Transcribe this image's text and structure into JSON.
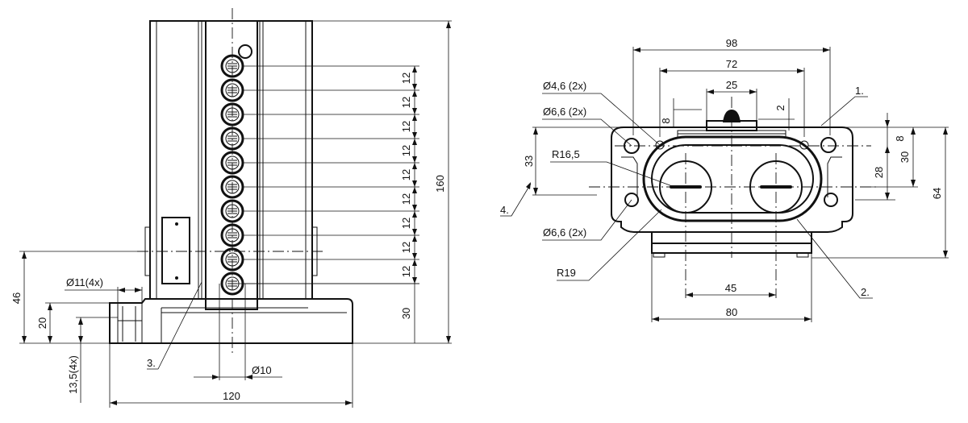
{
  "side_view": {
    "dims": {
      "height_total": "160",
      "pitch": "12",
      "base_to_first": "30",
      "width": "120",
      "hole_dia": "Ø10",
      "mount_hole": "Ø11(4x)",
      "h46": "46",
      "h20": "20",
      "h13": "13,5(4x)"
    },
    "callout": "3."
  },
  "front_view": {
    "dims": {
      "w98": "98",
      "w72": "72",
      "w25": "25",
      "w45": "45",
      "w80": "80",
      "d2": "2",
      "d8": "8",
      "r8": "8",
      "r30": "30",
      "r28": "28",
      "r64": "64",
      "l33": "33",
      "hole46": "Ø4,6 (2x)",
      "hole66a": "Ø6,6 (2x)",
      "hole66b": "Ø6,6 (2x)",
      "r165": "R16,5",
      "r19": "R19"
    },
    "callouts": {
      "c1": "1.",
      "c2": "2.",
      "c4": "4."
    }
  }
}
